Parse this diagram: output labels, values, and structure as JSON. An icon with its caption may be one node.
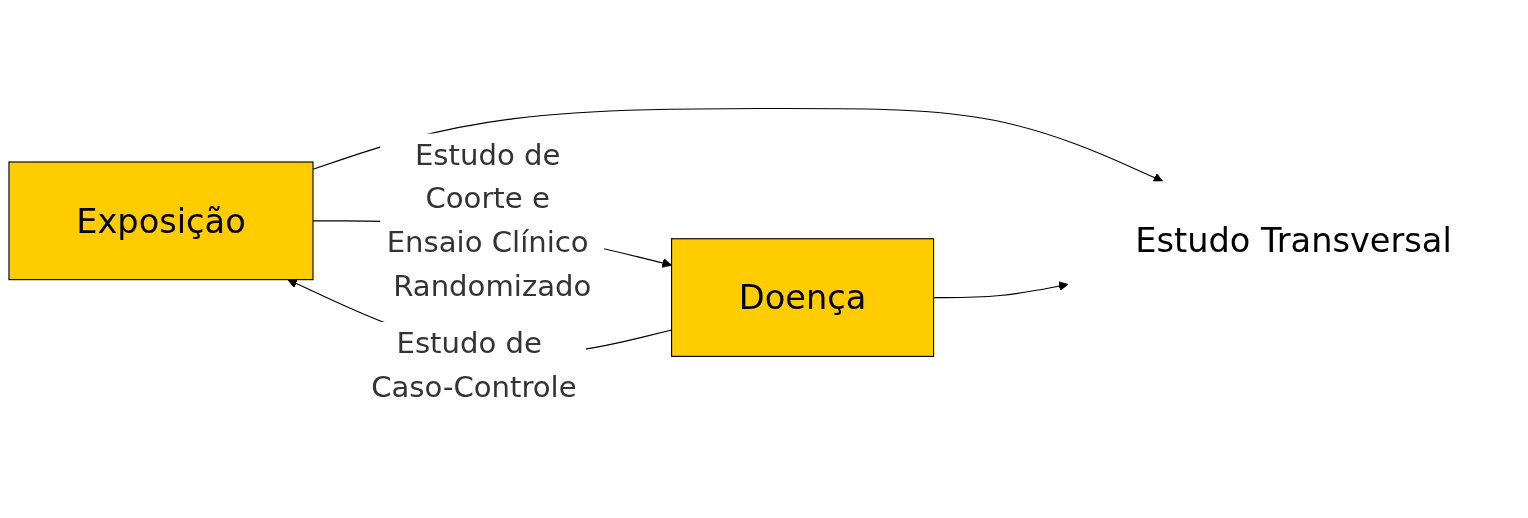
{
  "diagram": {
    "nodes": [
      {
        "text": [
          "Exposição"
        ]
      },
      {
        "text": [
          "Doença"
        ]
      },
      {
        "text": [
          "Estudo Transversal"
        ]
      }
    ],
    "edges": [
      {
        "from": 0,
        "to": 1,
        "arrow": "to",
        "label": "Estudo de Coorte e Ensaio Clínico Randomizado"
      },
      {
        "from": 1,
        "to": 0,
        "arrow": "to",
        "label": "Estudo de Caso-Controle"
      },
      {
        "from": 0,
        "to": 2,
        "arrow": "to"
      },
      {
        "from": 1,
        "to": 2,
        "arrow": "to"
      }
    ]
  }
}
